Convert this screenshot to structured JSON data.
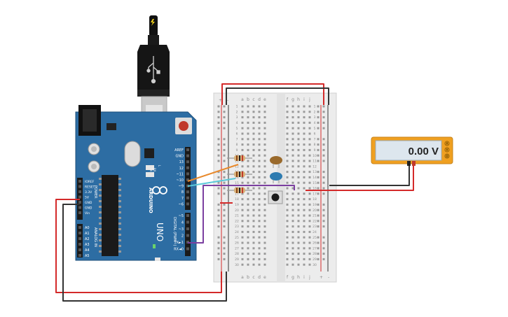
{
  "arduino": {
    "model": "UNO",
    "brand": "ARDUINO",
    "label_digital": "DIGITAL (PWM~)",
    "label_power": "POWER",
    "label_analog": "ANALOG IN",
    "label_tx": "TX",
    "label_rx": "RX",
    "label_l": "L",
    "right_header_pins": [
      "AREF",
      "GND",
      "13",
      "12",
      "~11",
      "~10",
      "~9",
      "8",
      "7",
      "~6",
      "~5",
      "4",
      "~3",
      "2",
      "TX►1",
      "RX◄0"
    ],
    "power_pins": [
      "IOREF",
      "RESET",
      "3.3V",
      "5V",
      "GND",
      "GND",
      "Vin"
    ],
    "analog_pins": [
      "A0",
      "A1",
      "A2",
      "A3",
      "A4",
      "A5"
    ]
  },
  "breadboard": {
    "columns_left": [
      "a",
      "b",
      "c",
      "d",
      "e"
    ],
    "columns_right": [
      "f",
      "g",
      "h",
      "i",
      "j"
    ],
    "rail_plus": "+",
    "rail_minus": "-",
    "rows": 30
  },
  "multimeter": {
    "reading": "0.00 V",
    "buttons": [
      "A",
      "V",
      "Ω"
    ]
  },
  "colors": {
    "board": "#2d6da3",
    "wire_red": "#d42a2a",
    "wire_black": "#333333",
    "wire_orange": "#e8892b",
    "wire_cyan": "#5ac8d8",
    "wire_purple": "#7b3fa0",
    "multimeter_body": "#f0a020"
  }
}
